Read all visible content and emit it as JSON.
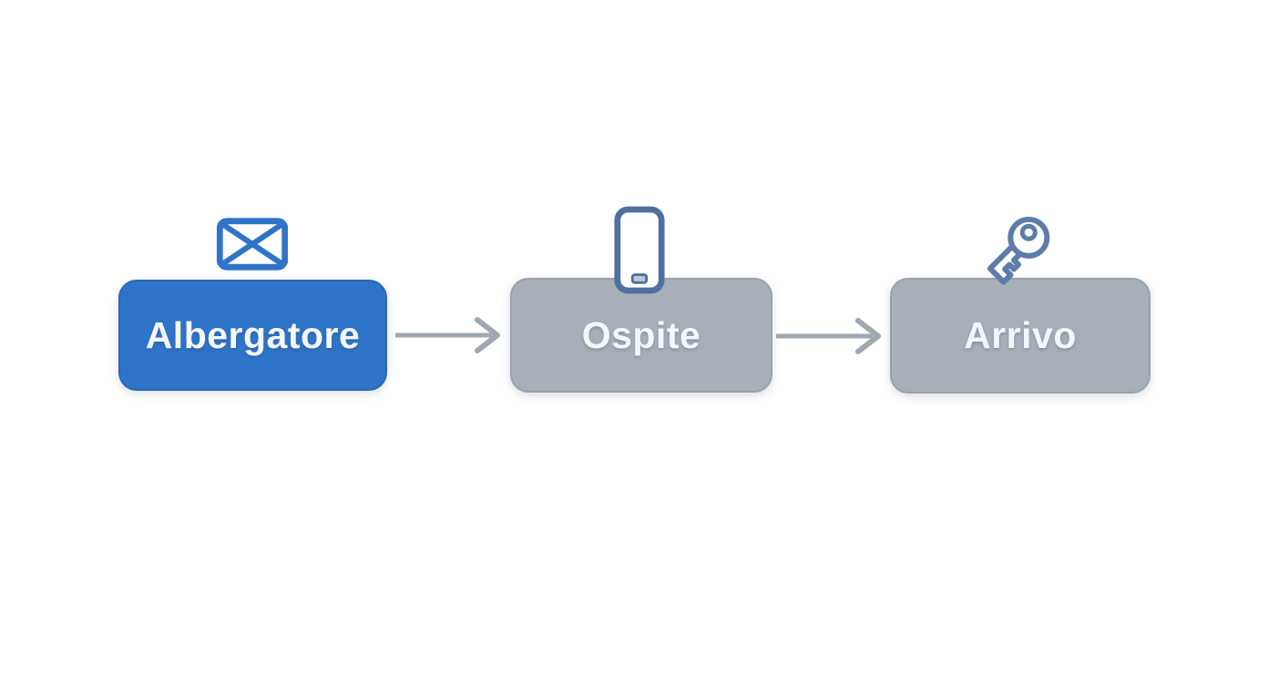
{
  "diagram": {
    "background_color": "#ffffff",
    "nodes": [
      {
        "id": "albergatore",
        "label": "Albergatore",
        "icon": "envelope-icon",
        "fill_color": "#2e74c8",
        "border_color": "#2a66b2",
        "text_color": "#f4f7fa"
      },
      {
        "id": "ospite",
        "label": "Ospite",
        "icon": "smartphone-icon",
        "fill_color": "#a8afb8",
        "border_color": "#99a1ab",
        "text_color": "#f4f7fa"
      },
      {
        "id": "arrivo",
        "label": "Arrivo",
        "icon": "key-icon",
        "fill_color": "#a8afb8",
        "border_color": "#99a1ab",
        "text_color": "#f4f7fa"
      }
    ],
    "connectors": [
      {
        "from": "albergatore",
        "to": "ospite",
        "direction": "right"
      },
      {
        "from": "ospite",
        "to": "arrivo",
        "direction": "right"
      }
    ],
    "colors": {
      "arrow": "#9fa7b0",
      "envelope_icon": "#2e74c8",
      "smartphone_icon": "#4e6fa0",
      "key_icon": "#5d7ca8"
    }
  }
}
